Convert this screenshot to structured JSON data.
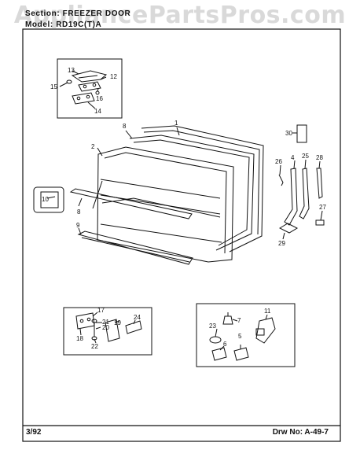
{
  "watermark": "AppliancePartsPros.com",
  "header": {
    "section_line": "Section:  FREEZER DOOR",
    "model_line": "Model:  RD19C(T)A"
  },
  "footer": {
    "date": "3/92",
    "drawing_number": "Drw  No:  A-49-7"
  },
  "callouts": {
    "p1": "1",
    "p2": "2",
    "p4": "4",
    "p5": "5",
    "p6": "6",
    "p7": "7",
    "p8a": "8",
    "p8b": "8",
    "p9": "9",
    "p10": "10",
    "p11": "11",
    "p12": "12",
    "p13": "13",
    "p14": "14",
    "p15": "15",
    "p16": "16",
    "p17": "17",
    "p18": "18",
    "p19": "19",
    "p20": "20",
    "p21": "21",
    "p22": "22",
    "p23": "23",
    "p24": "24",
    "p25": "25",
    "p26": "26",
    "p27": "27",
    "p28": "28",
    "p29": "29",
    "p30": "30"
  }
}
